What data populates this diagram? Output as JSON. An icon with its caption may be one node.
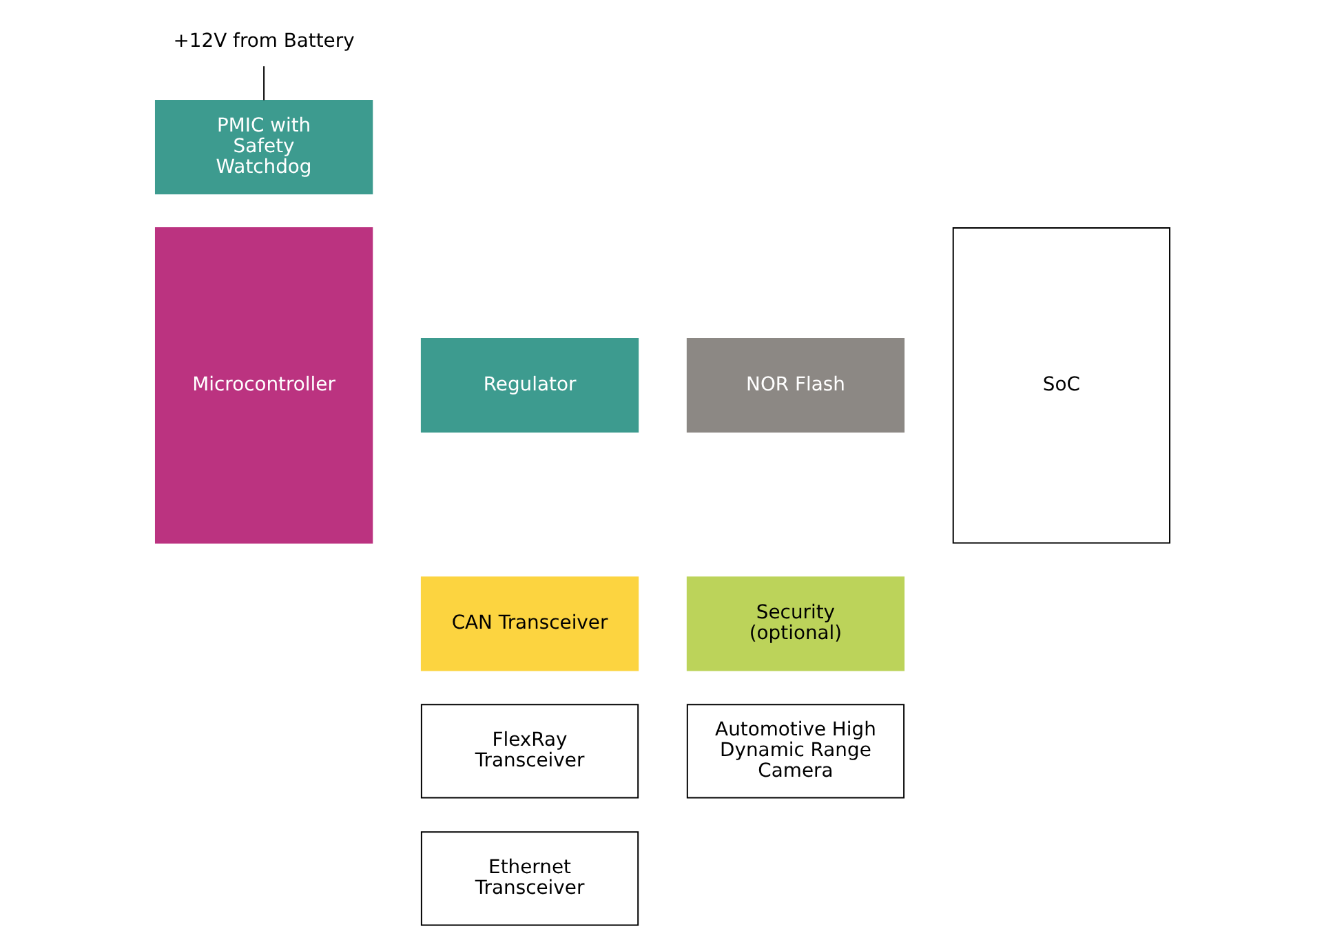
{
  "diagram": {
    "nodes": [
      {
        "text": [
          "+12V from Battery"
        ]
      },
      {
        "text": [
          "PMIC with Safety Watchdog"
        ]
      },
      {
        "text": [
          "Regulator"
        ]
      },
      {
        "text": [
          "Microcontroller"
        ]
      },
      {
        "text": [
          "NOR Flash"
        ]
      },
      {
        "text": [
          "SoC"
        ]
      },
      {
        "text": [
          "CAN Transceiver"
        ]
      },
      {
        "text": [
          "Security (optional)"
        ]
      },
      {
        "text": [
          "FlexRay Transceiver"
        ]
      },
      {
        "text": [
          "Automotive High Dynamic Range Camera"
        ]
      },
      {
        "text": [
          "Ethernet Transceiver"
        ]
      }
    ],
    "edges": [
      {
        "from": 0,
        "to": 1,
        "arrow": "none"
      }
    ]
  }
}
